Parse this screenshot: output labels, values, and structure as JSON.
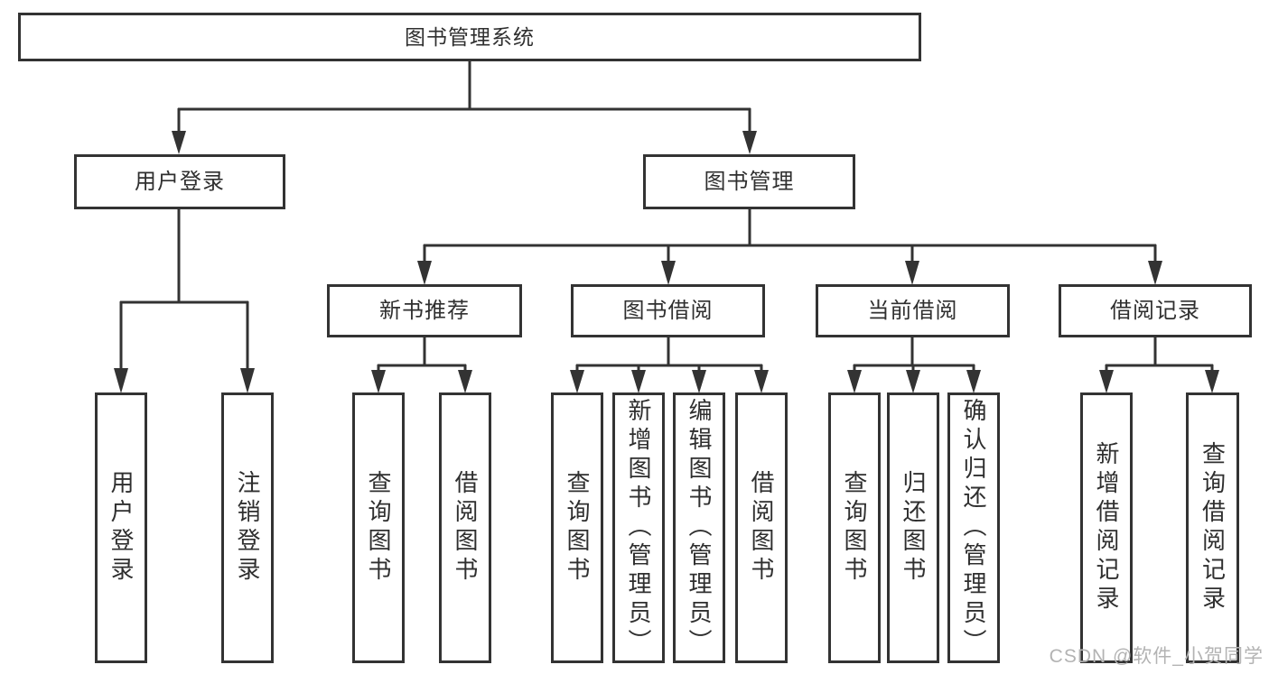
{
  "tree": {
    "root": {
      "label": "图书管理系统"
    },
    "user_login": {
      "label": "用户登录",
      "children": {
        "login": {
          "label": "用户登录"
        },
        "logout": {
          "label": "注销登录"
        }
      }
    },
    "book_management": {
      "label": "图书管理",
      "children": {
        "new_book_recommend": {
          "label": "新书推荐",
          "children": {
            "query_books": {
              "label": "查询图书"
            },
            "borrow_books": {
              "label": "借阅图书"
            }
          }
        },
        "book_borrowing": {
          "label": "图书借阅",
          "children": {
            "query_books": {
              "label": "查询图书"
            },
            "add_books": {
              "label": "新增图书（管理员）"
            },
            "edit_books": {
              "label": "编辑图书（管理员）"
            },
            "borrow_books": {
              "label": "借阅图书"
            }
          }
        },
        "current_borrowing": {
          "label": "当前借阅",
          "children": {
            "query_books": {
              "label": "查询图书"
            },
            "return_books": {
              "label": "归还图书"
            },
            "confirm_return": {
              "label": "确认归还（管理员）"
            }
          }
        },
        "borrowing_records": {
          "label": "借阅记录",
          "children": {
            "add_record": {
              "label": "新增借阅记录"
            },
            "query_record": {
              "label": "查询借阅记录"
            }
          }
        }
      }
    }
  },
  "watermark": {
    "text": "CSDN @软件_小贺同学"
  },
  "colors": {
    "line": "#333333",
    "text": "#2f2f2f",
    "watermark": "#b3b3b3",
    "background": "#ffffff"
  }
}
